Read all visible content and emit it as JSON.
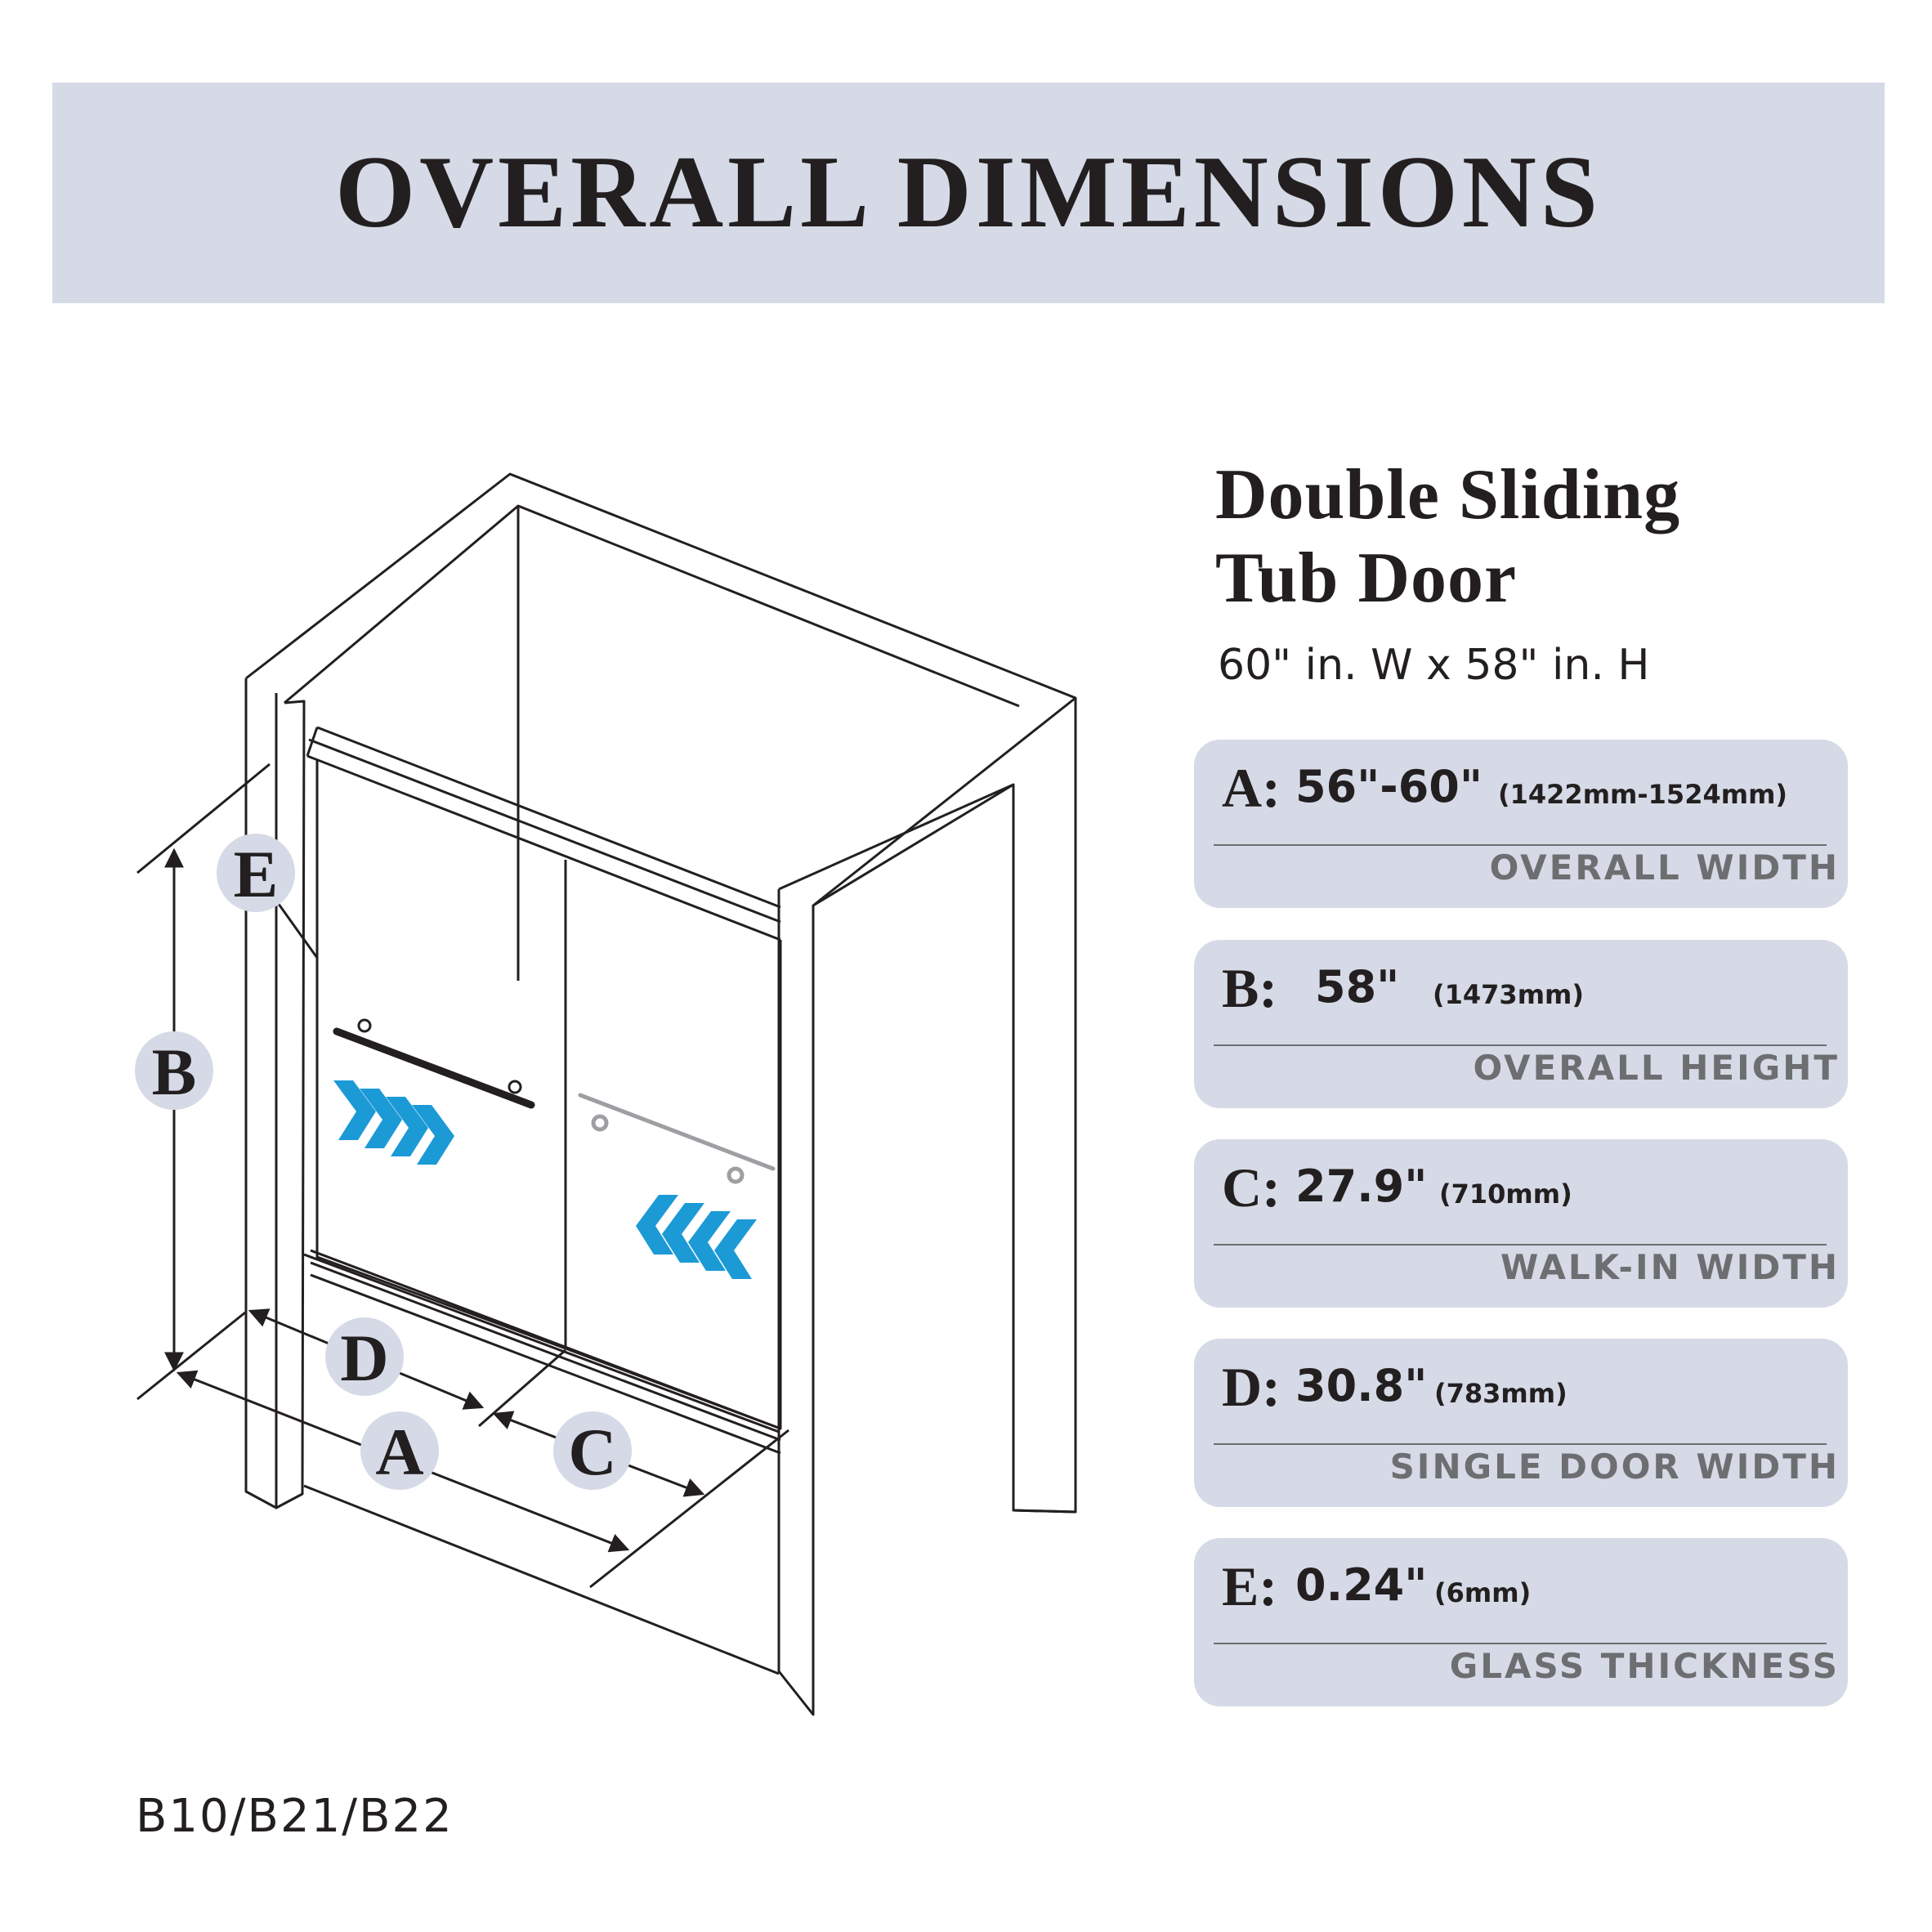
{
  "header": {
    "title": "OVERALL DIMENSIONS"
  },
  "product": {
    "title_line1": "Double Sliding",
    "title_line2": "Tub Door",
    "size": "60\" in. W x 58\" in. H"
  },
  "specs": [
    {
      "letter": "A:",
      "value": "56\"-60\"",
      "metric": "(1422mm-1524mm)",
      "label": "OVERALL WIDTH"
    },
    {
      "letter": "B:",
      "value": "58\"",
      "metric": "(1473mm)",
      "label": "OVERALL HEIGHT"
    },
    {
      "letter": "C:",
      "value": "27.9\"",
      "metric": "(710mm)",
      "label": "WALK-IN WIDTH"
    },
    {
      "letter": "D:",
      "value": "30.8\"",
      "metric": "(783mm)",
      "label": "SINGLE DOOR WIDTH"
    },
    {
      "letter": "E:",
      "value": "0.24\"",
      "metric": "(6mm)",
      "label": "GLASS THICKNESS"
    }
  ],
  "diagram": {
    "markers": {
      "a": "A",
      "b": "B",
      "c": "C",
      "d": "D",
      "e": "E"
    },
    "colors": {
      "line": "#231f20",
      "marker_fill": "#d5dae6",
      "arrow_blue": "#1c9ad6",
      "handle_gray": "#9d9fa2"
    },
    "icons": {
      "slide_right": "chevron-right-icon",
      "slide_left": "chevron-left-icon"
    }
  },
  "footer": {
    "model_code": "B10/B21/B22"
  }
}
